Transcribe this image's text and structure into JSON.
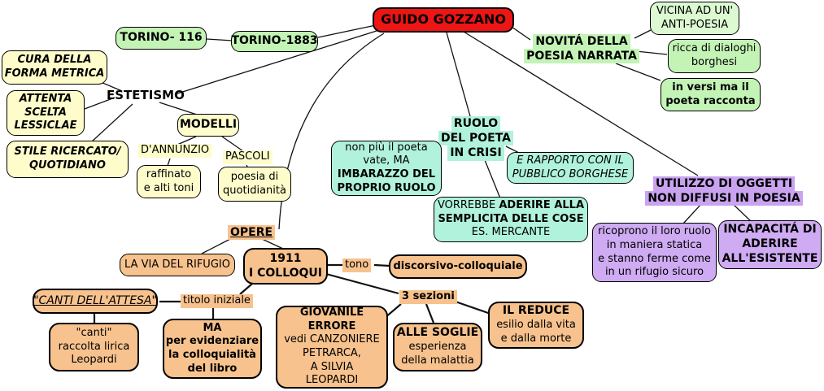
{
  "title": "GUIDO GOZZANO concept map",
  "colors": {
    "root_red": "#ee1515",
    "green": "#c3f4b6",
    "green_light": "#dcf9d2",
    "yellow": "#fdfcca",
    "teal": "#b0f2dc",
    "purple": "#ceabf2",
    "purple_highlight": "#c9a3f0",
    "orange": "#f7c28d",
    "line": "#111111"
  },
  "nodes": {
    "guido": {
      "label": "GUIDO GOZZANO"
    },
    "torino116": {
      "label": "TORINO- 116"
    },
    "torino1883": {
      "label": "TORINO-1883"
    },
    "estetismo": {
      "label": "ESTETISMO"
    },
    "cura": {
      "line1": "CURA DELLA",
      "line2": "FORMA METRICA"
    },
    "attenta": {
      "line1": "ATTENTA",
      "line2": "SCELTA",
      "line3": "LESSICLAE"
    },
    "stile": {
      "line1": "STILE RICERCATO/",
      "line2": "QUOTIDIANO"
    },
    "modelli": {
      "label": "MODELLI"
    },
    "dannunzio": {
      "label": "D'ANNUNZIO"
    },
    "pascoli": {
      "label": "PASCOLI"
    },
    "raffinato": {
      "line1": "raffinato",
      "line2": "e alti toni"
    },
    "poesia_quotidianita": {
      "line1": "poesia di",
      "line2": "quotidianità"
    },
    "novita": {
      "line1": "NOVITÁ DELLA",
      "line2": "POESIA NARRATA"
    },
    "vicina": {
      "line1": "VICINA AD UN'",
      "line2": "ANTI-POESIA"
    },
    "ricca": {
      "line1": "ricca di dialoghi",
      "line2": "borghesi"
    },
    "inversi": {
      "line1": "in versi ma il",
      "line2": "poeta racconta"
    },
    "ruolo": {
      "line1": "RUOLO",
      "line2": "DEL POETA",
      "line3": "IN CRISI"
    },
    "nonpiu": {
      "plain1": "non più il poeta",
      "plain2": "vate, MA",
      "bold1": "IMBARAZZO DEL",
      "bold2": "PROPRIO RUOLO"
    },
    "rapporto": {
      "line1": "E RAPPORTO CON IL",
      "line2": "PUBBLICO BORGHESE"
    },
    "vorrebbe": {
      "plain1": "VORREBBE",
      "bold1": "ADERIRE ALLA",
      "bold2": "SEMPLICITA DELLE COSE",
      "plain2": "ES. MERCANTE"
    },
    "utilizzo": {
      "line1": "UTILIZZO DI OGGETTI",
      "line2": "NON DIFFUSI IN POESIA"
    },
    "ricoprono": {
      "line1": "ricoprono il loro ruolo",
      "line2": "in maniera statica",
      "line3": "e stanno ferme come",
      "line4": "in un rifugio sicuro"
    },
    "incapacita": {
      "line1": "INCAPACITÁ DI",
      "line2": "ADERIRE",
      "line3": "ALL'ESISTENTE"
    },
    "opere": {
      "label": "OPERE"
    },
    "lavia": {
      "label": "LA VIA DEL RIFUGIO"
    },
    "colloqui": {
      "line1": "1911",
      "line2": "I COLLOQUI"
    },
    "tono": {
      "label": "tono"
    },
    "discorsivo": {
      "label": "discorsivo-colloquiale"
    },
    "canti_attesa": {
      "label": "\"CANTI DELL'ATTESA\""
    },
    "titolo_iniziale": {
      "label": "titolo iniziale"
    },
    "canti": {
      "line1": "\"canti\"",
      "line2": "raccolta lirica",
      "line3": "Leopardi"
    },
    "ma_libro": {
      "bold1": "MA",
      "bold2": "per evidenziare",
      "bold3": "la colloquialità",
      "bold4": "del libro"
    },
    "sezioni": {
      "label": "3 sezioni"
    },
    "giovanile": {
      "bold1": "GIOVANILE",
      "bold2": "ERRORE",
      "line1": "vedi CANZONIERE",
      "line2": "PETRARCA,",
      "line3": "A SILVIA",
      "line4": "LEOPARDI"
    },
    "soglie": {
      "bold1": "ALLE SOGLIE",
      "line1": "esperienza",
      "line2": "della malattia"
    },
    "reduce": {
      "bold1": "IL REDUCE",
      "line1": "esilio dalla vita",
      "line2": "e dalla morte"
    }
  }
}
